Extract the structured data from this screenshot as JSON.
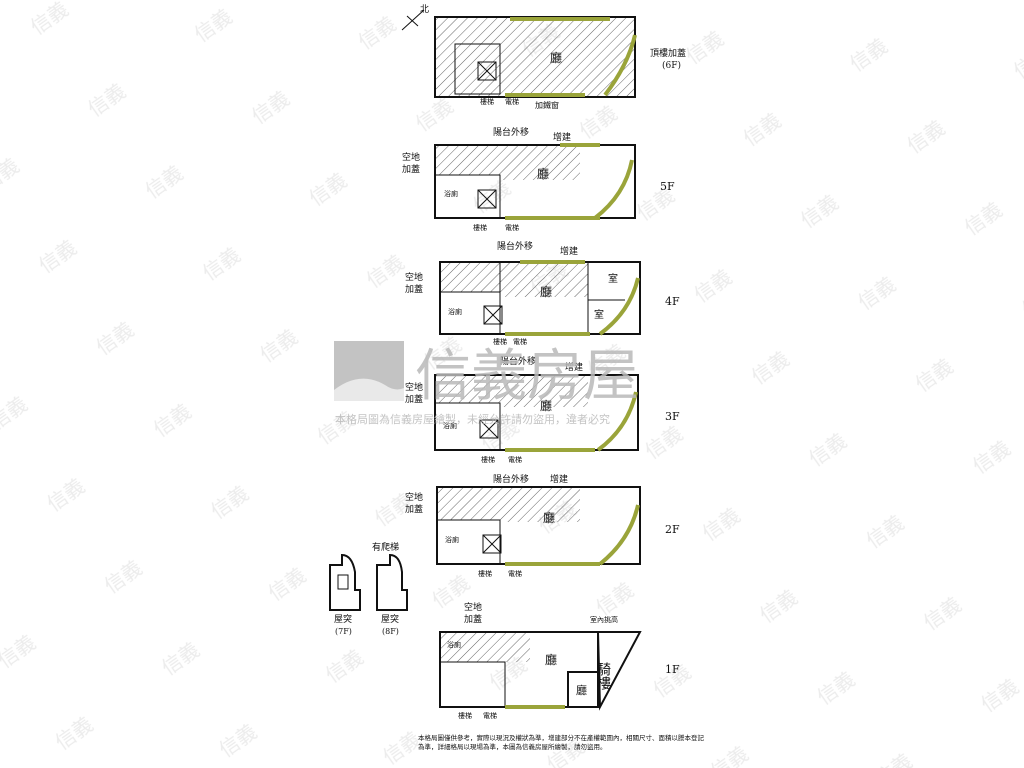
{
  "north": "北",
  "watermark": {
    "brand": "信義房屋",
    "notice": "本格局圖為信義房屋繪製，未經允許請勿盜用，違者必究",
    "color": "#b9b9b9",
    "tile_text": "信義"
  },
  "floors": {
    "roof": {
      "label": "頂樓加蓋",
      "sublabel": "(6F)",
      "room": "廳",
      "stair": "樓梯",
      "elevator": "電梯",
      "iron_window": "加鐵窗"
    },
    "f5": {
      "label": "5F",
      "room": "廳",
      "balcony": "陽台外移",
      "extension": "增建",
      "empty": "空地",
      "added": "加蓋",
      "stair": "樓梯",
      "elevator": "電梯",
      "bath": "浴廁"
    },
    "f4": {
      "label": "4F",
      "room": "廳",
      "balcony": "陽台外移",
      "extension": "增建",
      "empty": "空地",
      "added": "加蓋",
      "stair": "樓梯",
      "elevator": "電梯",
      "bath": "浴廁",
      "room_a": "室",
      "room_b": "室"
    },
    "f3": {
      "label": "3F",
      "room": "廳",
      "balcony": "陽台外移",
      "extension": "增建",
      "empty": "空地",
      "added": "加蓋",
      "stair": "樓梯",
      "elevator": "電梯",
      "bath": "浴廁"
    },
    "f2": {
      "label": "2F",
      "room": "廳",
      "balcony": "陽台外移",
      "extension": "增建",
      "empty": "空地",
      "added": "加蓋",
      "stair": "樓梯",
      "elevator": "電梯",
      "bath": "浴廁"
    },
    "f1": {
      "label": "1F",
      "room": "廳",
      "room2": "廳",
      "arcade": "騎樓",
      "empty": "空地",
      "added": "加蓋",
      "stair": "樓梯",
      "elevator": "電梯",
      "bath": "浴廁",
      "roof_note": "室內挑高"
    }
  },
  "rooftop": {
    "ladder": "有爬梯",
    "r7": {
      "label": "屋突",
      "sub": "(7F)"
    },
    "r8": {
      "label": "屋突",
      "sub": "(8F)"
    }
  },
  "note_text": "本格局圖僅供參考，實際以現況及權狀為準，增建部分不在產權範圍內，相關尺寸、面積以謄本登記為準，詳細格局以現場為準，本圖為信義房屋所繪製，請勿盜用。"
}
